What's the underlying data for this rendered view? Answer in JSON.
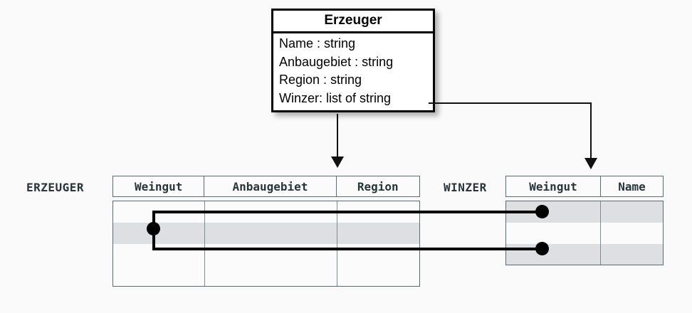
{
  "diagram": {
    "title_hidden": "",
    "background_color": "#fafafa",
    "uml_class": {
      "name": "Erzeuger",
      "attributes": [
        "Name : string",
        "Anbaugebiet : string",
        "Region : string",
        "Winzer: list of string"
      ]
    },
    "tables": [
      {
        "label": "ERZEUGER",
        "columns": [
          "Weingut",
          "Anbaugebiet",
          "Region"
        ],
        "row_count": 4,
        "shaded_rows": [
          2
        ]
      },
      {
        "label": "WINZER",
        "columns": [
          "Weingut",
          "Name"
        ],
        "row_count": 3,
        "shaded_rows": [
          1,
          3
        ]
      }
    ],
    "connectors": {
      "mapping_arrow_left": "Erzeuger class maps to ERZEUGER table",
      "mapping_arrow_right": "Winzer list attribute maps to WINZER table",
      "join_link": "ERZEUGER.Weingut linked to WINZER.Weingut rows",
      "line_color": "#000000",
      "bullet_color": "#000000"
    }
  }
}
